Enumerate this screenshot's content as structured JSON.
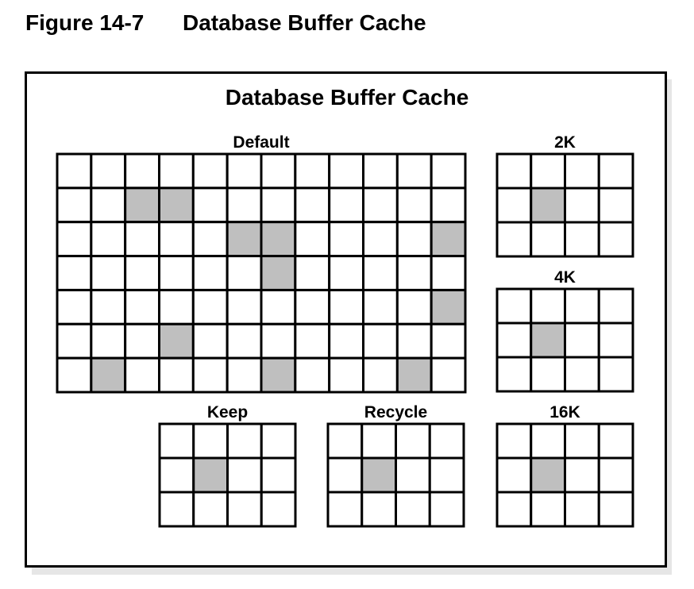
{
  "figure": {
    "number": "Figure 14-7",
    "title": "Database Buffer Cache"
  },
  "diagram": {
    "title": "Database Buffer Cache",
    "colors": {
      "buffer": "#ffffff",
      "dirty_buffer": "#bfbfbf",
      "stroke": "#000000"
    },
    "pools": [
      {
        "id": "default",
        "label": "Default",
        "rows": 7,
        "cols": 12,
        "shaded": [
          [
            1,
            2
          ],
          [
            1,
            3
          ],
          [
            2,
            5
          ],
          [
            2,
            6
          ],
          [
            2,
            11
          ],
          [
            3,
            6
          ],
          [
            4,
            11
          ],
          [
            5,
            3
          ],
          [
            6,
            1
          ],
          [
            6,
            6
          ],
          [
            6,
            10
          ]
        ]
      },
      {
        "id": "2k",
        "label": "2K",
        "rows": 3,
        "cols": 4,
        "shaded": [
          [
            1,
            1
          ]
        ]
      },
      {
        "id": "4k",
        "label": "4K",
        "rows": 3,
        "cols": 4,
        "shaded": [
          [
            1,
            1
          ]
        ]
      },
      {
        "id": "keep",
        "label": "Keep",
        "rows": 3,
        "cols": 4,
        "shaded": [
          [
            1,
            1
          ]
        ]
      },
      {
        "id": "recycle",
        "label": "Recycle",
        "rows": 3,
        "cols": 4,
        "shaded": [
          [
            1,
            1
          ]
        ]
      },
      {
        "id": "16k",
        "label": "16K",
        "rows": 3,
        "cols": 4,
        "shaded": [
          [
            1,
            1
          ]
        ]
      }
    ]
  }
}
